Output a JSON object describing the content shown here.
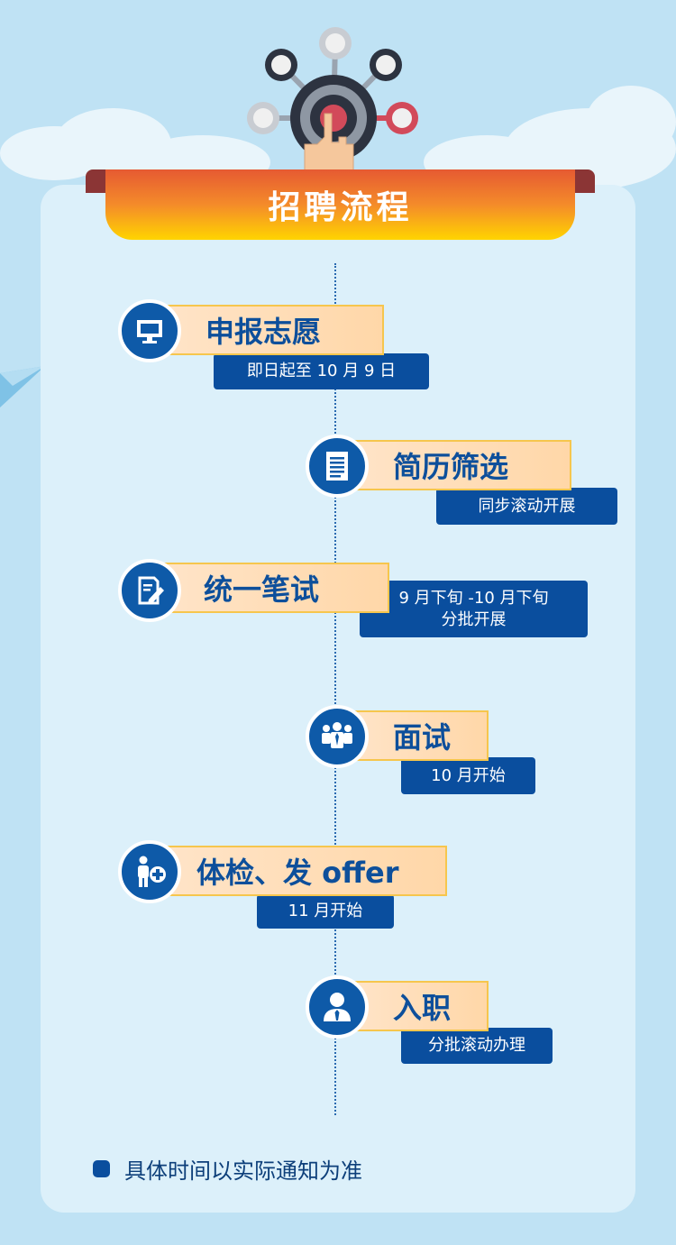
{
  "header": {
    "title": "招聘流程"
  },
  "steps": [
    {
      "title": "申报志愿",
      "detail": "即日起至 10 月 9 日",
      "icon": "monitor-icon"
    },
    {
      "title": "简历筛选",
      "detail": "同步滚动开展",
      "icon": "document-icon"
    },
    {
      "title": "统一笔试",
      "detail_line1": "9 月下旬 -10 月下旬",
      "detail_line2": "分批开展",
      "icon": "pen-paper-icon"
    },
    {
      "title": "面试",
      "detail": "10 月开始",
      "icon": "people-interview-icon"
    },
    {
      "title": "体检、发 offer",
      "detail": "11 月开始",
      "icon": "medical-checkup-icon"
    },
    {
      "title": "入职",
      "detail": "分批滚动办理",
      "icon": "employee-icon"
    }
  ],
  "footer": {
    "note": "具体时间以实际通知为准"
  },
  "colors": {
    "primary": "#0a4e9e",
    "banner_top": "#e65a32",
    "banner_bottom": "#ffd400",
    "label_bg": "#ffe4c8",
    "background": "#bfe2f4"
  }
}
